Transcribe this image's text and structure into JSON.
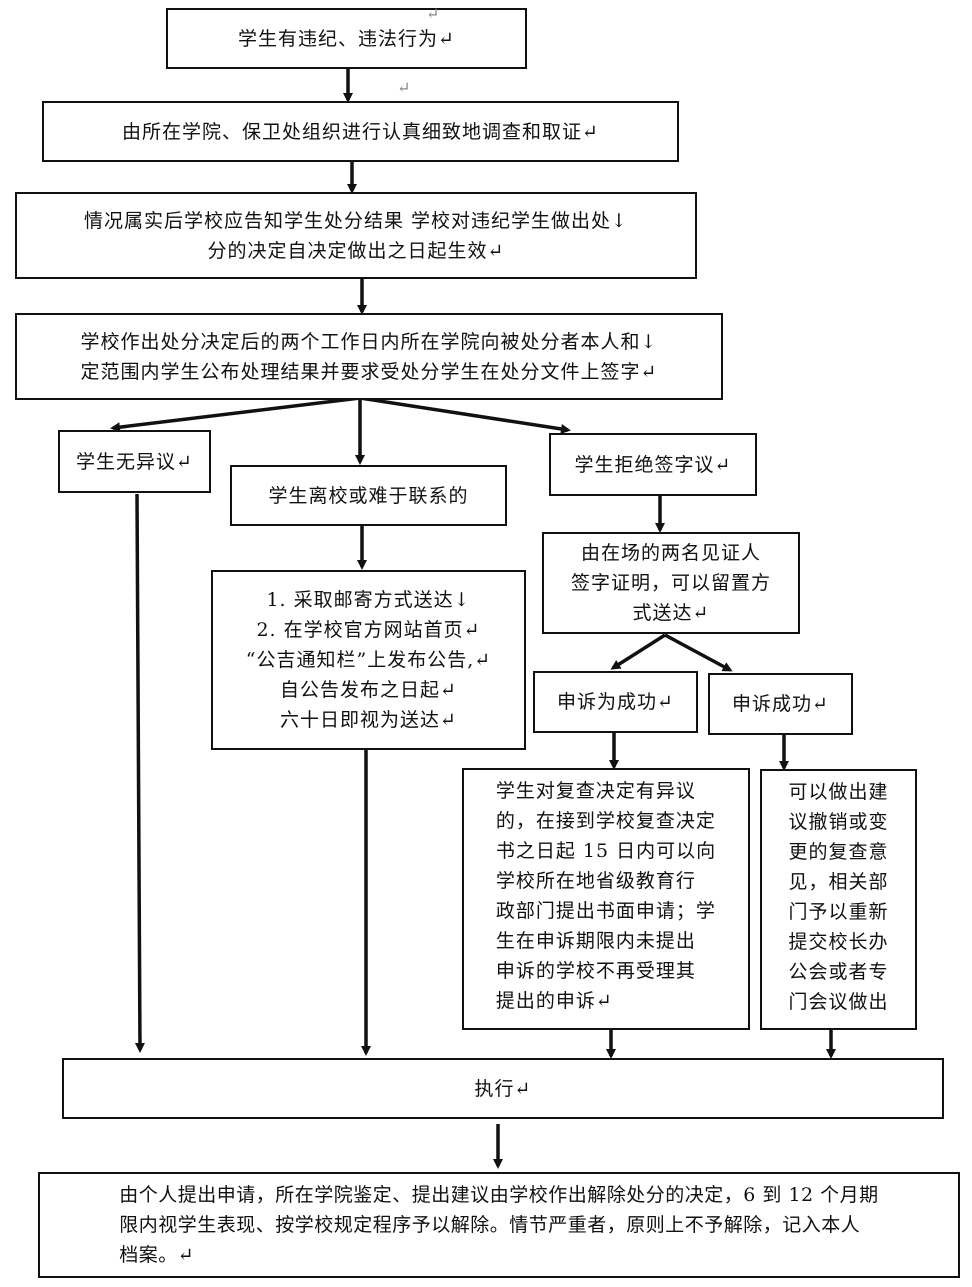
{
  "nodes": {
    "violation": "学生有违纪、违法行为↵",
    "investigate": "由所在学院、保卫处组织进行认真细致地调查和取证↵",
    "notify": "情况属实后学校应告知学生处分结果 学校对违纪学生做出处↓\n分的决定自决定做出之日起生效↵",
    "publish": "学校作出处分决定后的两个工作日内所在学院向被处分者本人和↓\n定范围内学生公布处理结果并要求受处分学生在处分文件上签字↵",
    "no_objection": "学生无异议↵",
    "left_school": "学生离校或难于联系的",
    "refuse_sign": "学生拒绝签字议↵",
    "mail_notice": "1. 采取邮寄方式送达↓\n2. 在学校官方网站首页↵\n“公吉通知栏”上发布公告,↵\n自公告发布之日起↵\n六十日即视为送达↵",
    "witness": "由在场的两名见证人\n签字证明，可以留置方\n式送达↵",
    "appeal_fail": "申诉为成功↵",
    "appeal_success": "申诉成功↵",
    "review_objection": "学生对复查决定有异议\n的，在接到学校复查决定\n书之日起 15 日内可以向\n学校所在地省级教育行\n政部门提出书面申请；学\n生在申诉期限内未提出\n申诉的学校不再受理其\n提出的申诉↵",
    "revoke_suggest": "可以做出建\n议撤销或变\n更的复查意\n见，相关部\n门予以重新\n提交校长办\n公会或者专\n门会议做出",
    "execute": "执行↵",
    "release": "由个人提出申请，所在学院鉴定、提出建议由学校作出解除处分的决定，6 到 12 个月期\n限内视学生表现、按学校规定程序予以解除。情节严重者，原则上不予解除，记入本人\n档案。↵"
  },
  "marks": {
    "stray_return_1": "↵",
    "stray_return_2": "↵"
  },
  "colors": {
    "line": "#111111",
    "mark": "#888888"
  }
}
